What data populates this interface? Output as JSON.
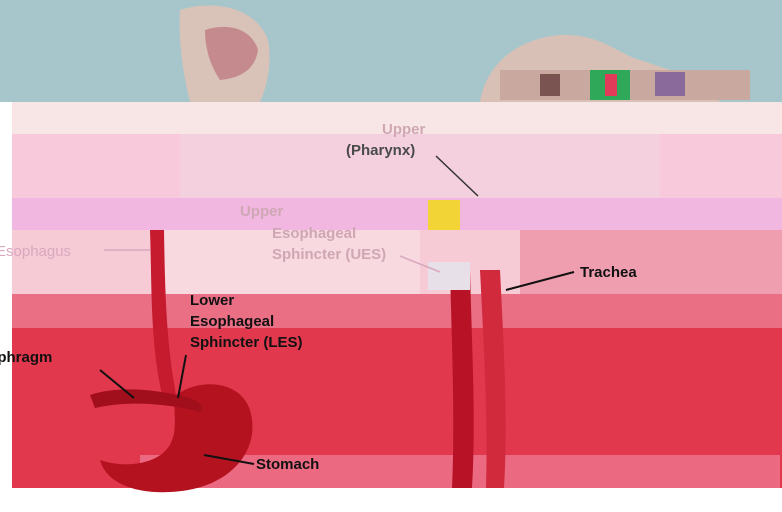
{
  "labels": {
    "upper_top_word": "Upper",
    "pharynx": "(Pharynx)",
    "ues_upper": "Upper",
    "ues_esophageal": "Esophageal",
    "ues_sphincter": "Sphincter (UES)",
    "esophagus": "Esophagus",
    "trachea": "Trachea",
    "les_lower": "Lower",
    "les_esophageal": "Esophageal",
    "les_sphincter": "Sphincter (LES)",
    "diaphragm": "Diaphragm",
    "stomach": "Stomach"
  },
  "colors": {
    "background_top": "#a9c7cc",
    "band_pink": "#f6c9d8",
    "band_magenta": "#f0b6dc",
    "band_red": "#e1364c",
    "organ_red": "#c81628",
    "skin": "#ead6cc"
  }
}
